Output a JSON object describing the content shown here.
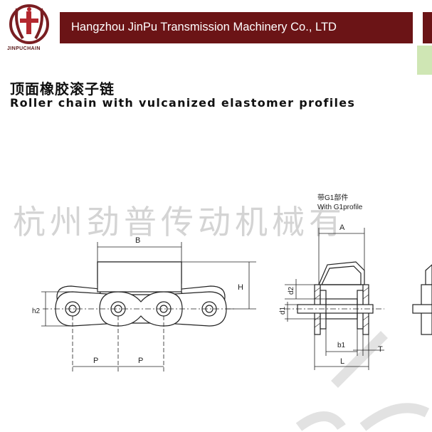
{
  "header": {
    "company": "Hangzhou JinPu Transmission Machinery Co., LTD",
    "logo_text": "JINPUCHAIN"
  },
  "title": {
    "chinese": "顶面橡胶滚子链",
    "english": "Roller chain with vulcanized elastomer profiles"
  },
  "watermark": "杭州劲普传动机械有",
  "drawing": {
    "side_view_labels": {
      "b": "B",
      "h": "H",
      "h2": "h2",
      "p1": "P",
      "p2": "P"
    },
    "section_view_labels": {
      "note_cn": "带G1部件",
      "note_en": "With G1profile",
      "a": "A",
      "d2": "d2",
      "d1": "d1",
      "b1": "b1",
      "t": "T",
      "l": "L"
    }
  },
  "colors": {
    "header_bg": "#6b1416",
    "accent_green": "#cfe6b4"
  }
}
